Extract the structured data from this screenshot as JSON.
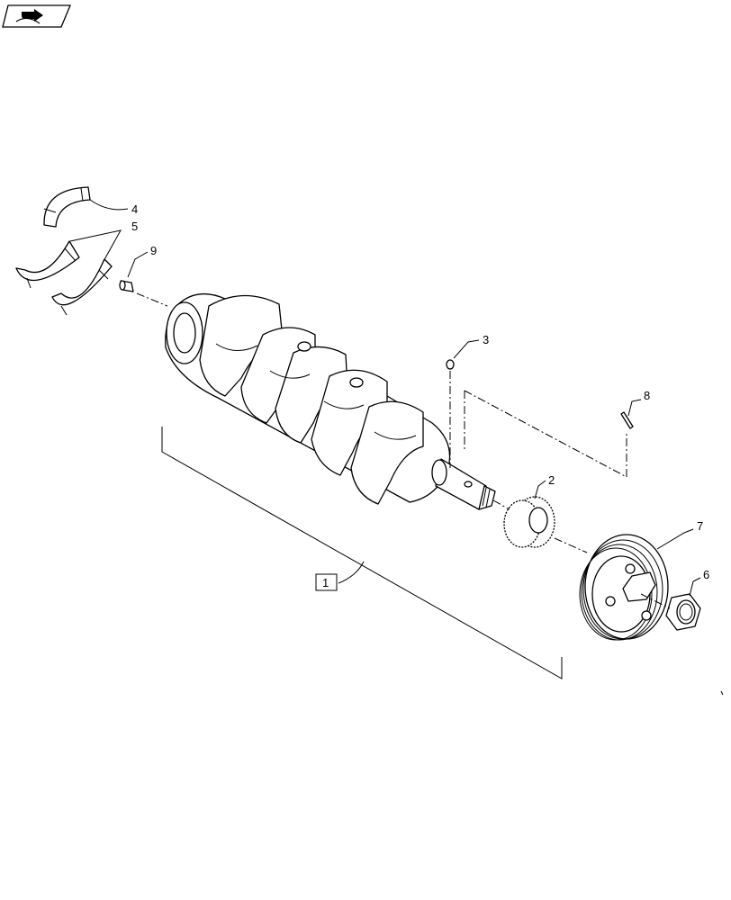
{
  "diagram": {
    "type": "exploded-parts-view",
    "colors": {
      "line": "#000000",
      "background": "#ffffff"
    },
    "nav_icon": "page-forward-arrow-icon",
    "callouts": [
      {
        "id": "1",
        "label": "1",
        "boxed": true
      },
      {
        "id": "2",
        "label": "2",
        "boxed": false
      },
      {
        "id": "3",
        "label": "3",
        "boxed": false
      },
      {
        "id": "4",
        "label": "4",
        "boxed": false
      },
      {
        "id": "5",
        "label": "5",
        "boxed": false
      },
      {
        "id": "6",
        "label": "6",
        "boxed": false
      },
      {
        "id": "7",
        "label": "7",
        "boxed": false
      },
      {
        "id": "8",
        "label": "8",
        "boxed": false
      },
      {
        "id": "9",
        "label": "9",
        "boxed": false
      }
    ]
  }
}
